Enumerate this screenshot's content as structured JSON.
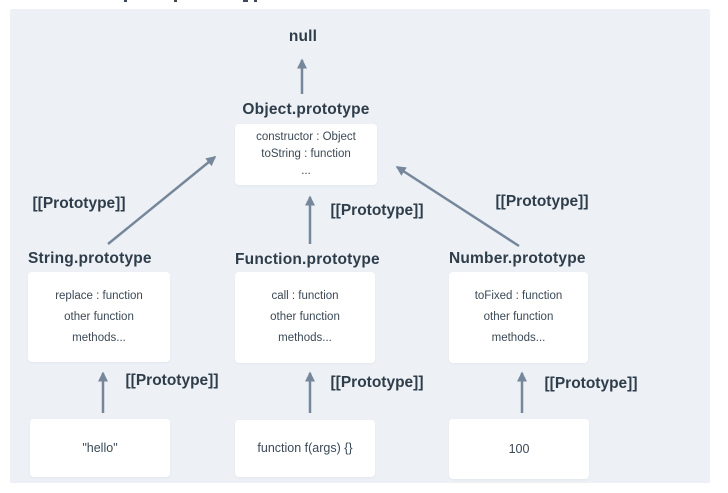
{
  "colors": {
    "panel_bg": "#edf1f6",
    "box_bg": "#ffffff",
    "heading_text": "#2e3d49",
    "body_text": "#3b4956",
    "arrow": "#76879b"
  },
  "diagram": {
    "null_label": "null",
    "prototype_label": "[[Prototype]]",
    "object_prototype": {
      "title": "Object.prototype",
      "lines": [
        "constructor : Object",
        "toString : function",
        "..."
      ]
    },
    "columns": [
      {
        "title": "String.prototype",
        "lines": [
          "replace : function",
          "other function",
          "methods..."
        ],
        "instance": "\"hello\""
      },
      {
        "title": "Function.prototype",
        "lines": [
          "call : function",
          "other function",
          "methods..."
        ],
        "instance": "function f(args) {}"
      },
      {
        "title": "Number.prototype",
        "lines": [
          "toFixed : function",
          "other function",
          "methods..."
        ],
        "instance": "100"
      }
    ]
  }
}
